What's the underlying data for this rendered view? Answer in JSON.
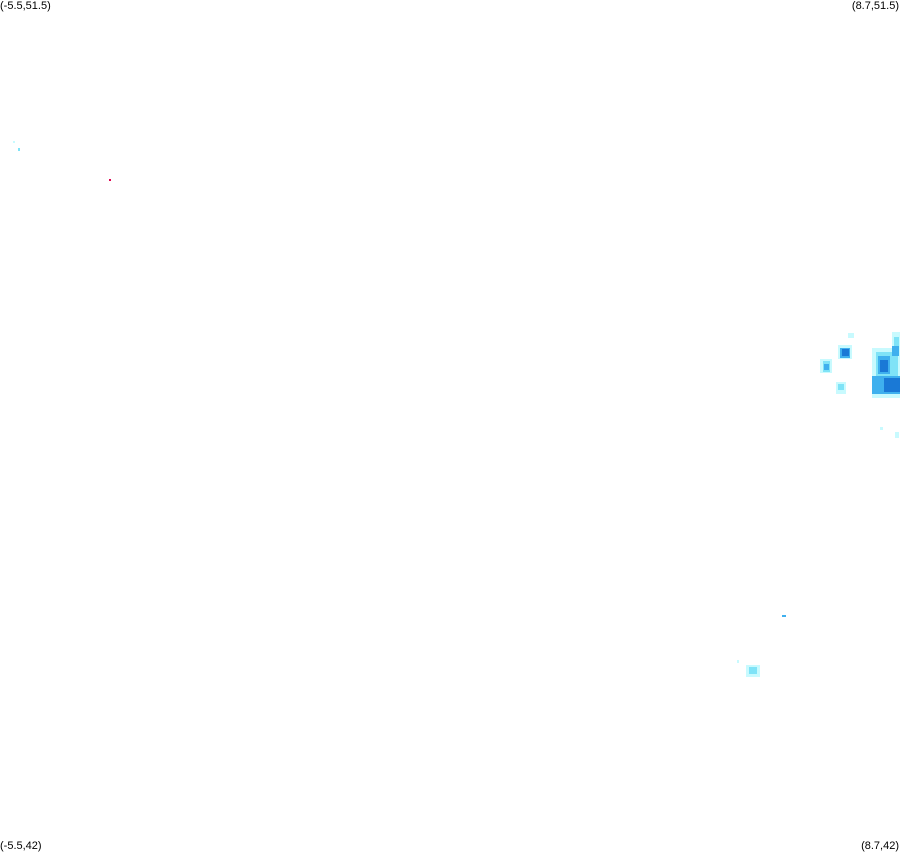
{
  "map": {
    "corners": {
      "top_left": "(-5.5,51.5)",
      "top_right": "(8.7,51.5)",
      "bottom_left": "(-5.5,42)",
      "bottom_right": "(8.7,42)"
    },
    "colors": {
      "background": "#ffffff",
      "very_light": "#c8fafe",
      "light": "#7fe3f7",
      "moderate": "#3fb0ee",
      "heavy": "#1a79d6",
      "marker": "#e0004f"
    }
  }
}
